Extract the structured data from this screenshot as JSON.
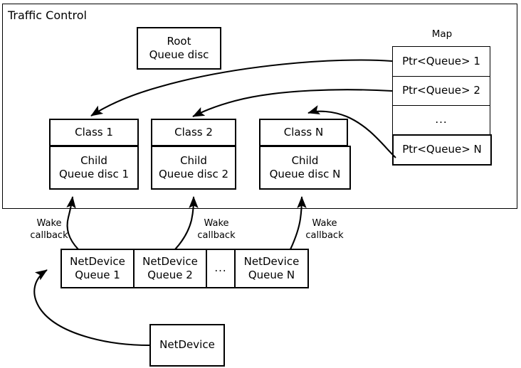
{
  "diagram": {
    "title": "Traffic Control",
    "region": {
      "label": "Traffic Control"
    },
    "root_qdisc": {
      "label": "Root\nQueue disc"
    },
    "map": {
      "title": "Map",
      "rows": [
        {
          "label": "Ptr<Queue> 1"
        },
        {
          "label": "Ptr<Queue> 2"
        },
        {
          "label": "..."
        },
        {
          "label": "Ptr<Queue> N"
        }
      ]
    },
    "classes": [
      {
        "header": "Class 1",
        "body": "Child\nQueue disc 1"
      },
      {
        "header": "Class 2",
        "body": "Child\nQueue disc 2"
      },
      {
        "header": "Class N",
        "body": "Child\nQueue disc N"
      }
    ],
    "netdevice_queues": [
      {
        "label": "NetDevice\nQueue 1"
      },
      {
        "label": "NetDevice\nQueue 2"
      },
      {
        "label": "..."
      },
      {
        "label": "NetDevice\nQueue N"
      }
    ],
    "netdevice": {
      "label": "NetDevice"
    },
    "wake_callbacks": [
      {
        "label": "Wake\ncallback"
      },
      {
        "label": "Wake\ncallback"
      },
      {
        "label": "Wake\ncallback"
      }
    ],
    "colors": {
      "stroke": "#000000",
      "background": "#ffffff",
      "text": "#000000"
    }
  }
}
